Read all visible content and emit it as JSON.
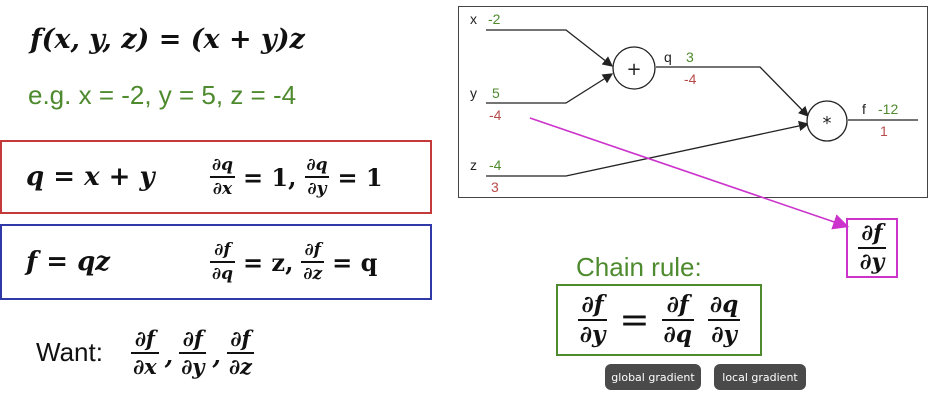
{
  "formula": {
    "lhs": "f(x, y, z) = (x + y)z",
    "example": "e.g. x = -2, y = 5, z = -4"
  },
  "red_box": {
    "lhs": "q = x + y",
    "d1_num": "∂q",
    "d1_den": "∂x",
    "d1_val": "= 1,",
    "d2_num": "∂q",
    "d2_den": "∂y",
    "d2_val": "= 1"
  },
  "blue_box": {
    "lhs": "f = qz",
    "d1_num": "∂f",
    "d1_den": "∂q",
    "d1_val": "= z,",
    "d2_num": "∂f",
    "d2_den": "∂z",
    "d2_val": "= q"
  },
  "want": {
    "label": "Want:",
    "terms": [
      {
        "num": "∂f",
        "den": "∂x"
      },
      {
        "num": "∂f",
        "den": "∂y"
      },
      {
        "num": "∂f",
        "den": "∂z"
      }
    ]
  },
  "graph": {
    "inputs": [
      {
        "name": "x",
        "value": "-2",
        "grad": ""
      },
      {
        "name": "y",
        "value": "5",
        "grad": "-4"
      },
      {
        "name": "z",
        "value": "-4",
        "grad": "3"
      }
    ],
    "plus_node": "+",
    "times_node": "*",
    "q": {
      "name": "q",
      "value": "3",
      "grad": "-4"
    },
    "f": {
      "name": "f",
      "value": "-12",
      "grad": "1"
    }
  },
  "chain_rule": {
    "title": "Chain rule:",
    "lhs_num": "∂f",
    "lhs_den": "∂y",
    "eq": "=",
    "t1_num": "∂f",
    "t1_den": "∂q",
    "t2_num": "∂q",
    "t2_den": "∂y"
  },
  "callout": {
    "num": "∂f",
    "den": "∂y"
  },
  "labels": {
    "global_gradient": "global gradient",
    "local_gradient": "local gradient"
  },
  "colors": {
    "value_green": "#4e8a2e",
    "grad_red": "#b84a4a",
    "box_red": "#c43a3a",
    "box_blue": "#2f3aa8",
    "magenta": "#cc33cc"
  }
}
